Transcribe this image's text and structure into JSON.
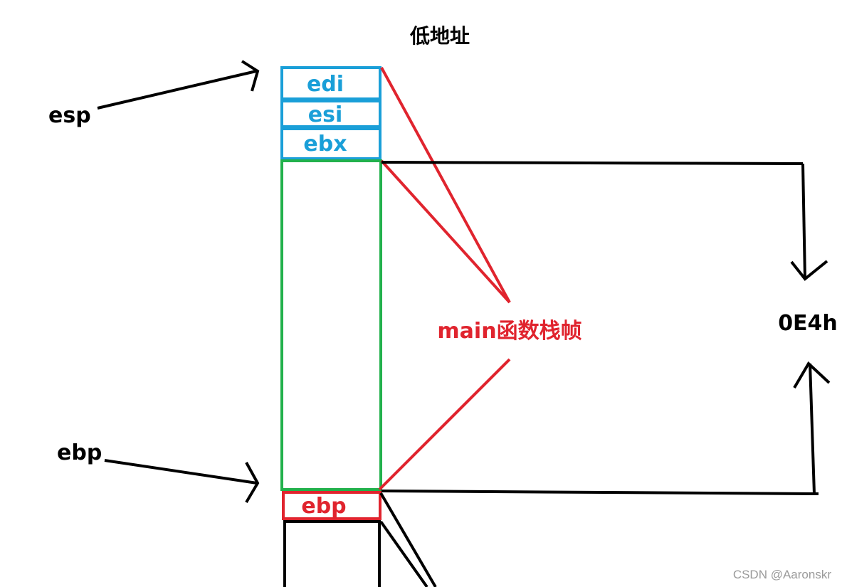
{
  "title": "低地址",
  "registers": {
    "esp": "esp",
    "ebp": "ebp"
  },
  "stack_cells": {
    "edi": "edi",
    "esi": "esi",
    "ebx": "ebx",
    "saved_ebp": "ebp"
  },
  "frame_label": "main函数栈帧",
  "frame_size": "0E4h",
  "watermark": "CSDN @Aaronskr",
  "colors": {
    "blue": "#1a9fd8",
    "green": "#22b14c",
    "red": "#e0242e",
    "black": "#000000"
  }
}
